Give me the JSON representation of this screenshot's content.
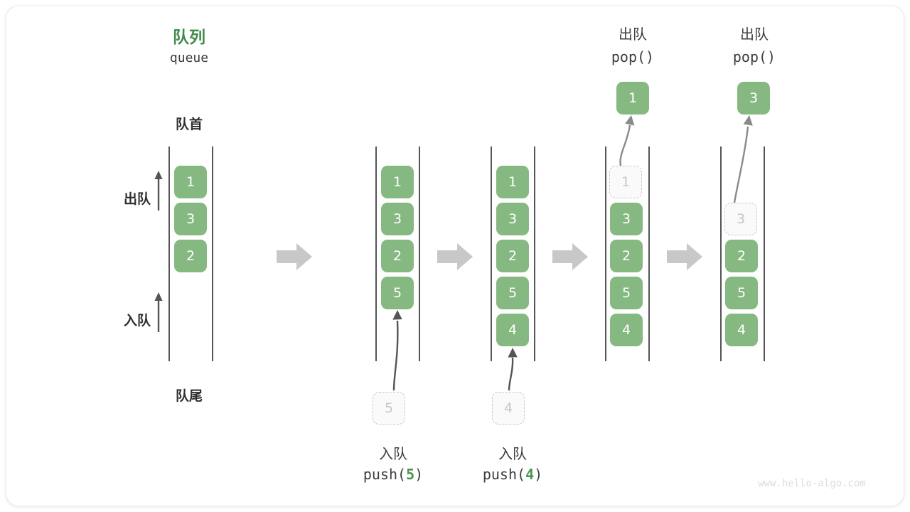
{
  "diagram": {
    "title_cn": "队列",
    "title_en": "queue",
    "head_label": "队首",
    "tail_label": "队尾",
    "dequeue_label": "出队",
    "enqueue_label": "入队",
    "watermark": "www.hello-algo.com",
    "accent_green": "#85b981",
    "title_green": "#3f8c4a",
    "ghost_gray": "#c6c6c6",
    "arrow_gray": "#c8c8c8",
    "rail_gray": "#555555"
  },
  "steps": [
    {
      "id": "step-1-initial",
      "cells": [
        {
          "value": "1",
          "state": "solid"
        },
        {
          "value": "3",
          "state": "solid"
        },
        {
          "value": "2",
          "state": "solid"
        }
      ],
      "incoming": null,
      "outgoing": null,
      "caption_cn": "",
      "caption_code": ""
    },
    {
      "id": "step-2-push-5",
      "cells": [
        {
          "value": "1",
          "state": "solid"
        },
        {
          "value": "3",
          "state": "solid"
        },
        {
          "value": "2",
          "state": "solid"
        },
        {
          "value": "5",
          "state": "solid"
        }
      ],
      "incoming": {
        "value": "5",
        "state": "ghost"
      },
      "outgoing": null,
      "caption_cn": "入队",
      "caption_code": "push(5)",
      "caption_arg": "5"
    },
    {
      "id": "step-3-push-4",
      "cells": [
        {
          "value": "1",
          "state": "solid"
        },
        {
          "value": "3",
          "state": "solid"
        },
        {
          "value": "2",
          "state": "solid"
        },
        {
          "value": "5",
          "state": "solid"
        },
        {
          "value": "4",
          "state": "solid"
        }
      ],
      "incoming": {
        "value": "4",
        "state": "ghost"
      },
      "outgoing": null,
      "caption_cn": "入队",
      "caption_code": "push(4)",
      "caption_arg": "4"
    },
    {
      "id": "step-4-pop-1",
      "cells": [
        {
          "value": "1",
          "state": "ghost"
        },
        {
          "value": "3",
          "state": "solid"
        },
        {
          "value": "2",
          "state": "solid"
        },
        {
          "value": "5",
          "state": "solid"
        },
        {
          "value": "4",
          "state": "solid"
        }
      ],
      "incoming": null,
      "outgoing": {
        "value": "1",
        "state": "solid"
      },
      "caption_cn": "出队",
      "caption_code": "pop()"
    },
    {
      "id": "step-5-pop-3",
      "cells": [
        {
          "value": "",
          "state": "empty"
        },
        {
          "value": "3",
          "state": "ghost"
        },
        {
          "value": "2",
          "state": "solid"
        },
        {
          "value": "5",
          "state": "solid"
        },
        {
          "value": "4",
          "state": "solid"
        }
      ],
      "incoming": null,
      "outgoing": {
        "value": "3",
        "state": "solid"
      },
      "caption_cn": "出队",
      "caption_code": "pop()"
    }
  ],
  "step_arrows": [
    {
      "id": "step-arrow-1"
    },
    {
      "id": "step-arrow-2"
    },
    {
      "id": "step-arrow-3"
    },
    {
      "id": "step-arrow-4"
    }
  ]
}
